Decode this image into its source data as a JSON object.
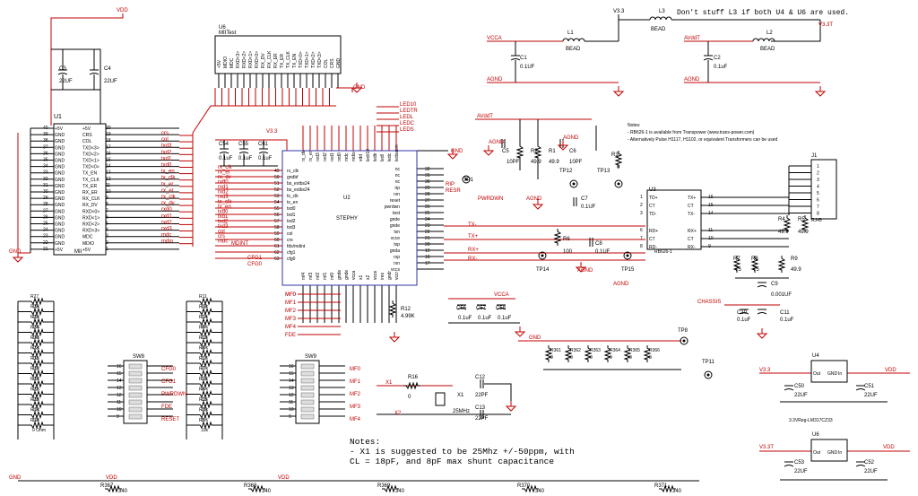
{
  "nets": {
    "vdd": "VDD",
    "v33": "V3.3",
    "v33t": "V3.3T",
    "vcca": "VCCA",
    "avdd": "AVddT",
    "agnd": "AGND",
    "gnd": "GND",
    "chassis": "CHASSIS",
    "mdint": "MDINT"
  },
  "u1": {
    "ref": "U1",
    "name": "MII",
    "left_pins": [
      "+5V",
      "GND",
      "GND",
      "GND",
      "GND",
      "GND",
      "GND",
      "GND",
      "GND",
      "GND",
      "GND",
      "GND",
      "GND",
      "GND",
      "GND",
      "GND",
      "GND",
      "GND",
      "GND",
      "+5V"
    ],
    "left_nums": [
      "40",
      "39",
      "38",
      "37",
      "36",
      "35",
      "34",
      "33",
      "32",
      "31",
      "30",
      "29",
      "28",
      "27",
      "26",
      "25",
      "24",
      "23",
      "22",
      "21"
    ],
    "right_pins": [
      "+5V",
      "CRS",
      "COL",
      "TXD<3>",
      "TXD<2>",
      "TXD<1>",
      "TXD<0>",
      "TX_EN",
      "TX_CLK",
      "TX_ER",
      "RX_ER",
      "RX_CLK",
      "RX_DV",
      "RXD<0>",
      "RXD<1>",
      "RXD<2>",
      "RXD<3>",
      "MDC",
      "MDIO",
      "+5V"
    ],
    "right_nums": [
      "20",
      "19",
      "18",
      "17",
      "16",
      "15",
      "14",
      "13",
      "12",
      "11",
      "10",
      "9",
      "8",
      "7",
      "6",
      "5",
      "4",
      "3",
      "2",
      "1"
    ]
  },
  "u1_caps": [
    {
      "ref": "C3",
      "val": "22UF"
    },
    {
      "ref": "C4",
      "val": "22UF"
    }
  ],
  "mii_nets": [
    "crs",
    "col",
    "txd3",
    "txd2",
    "txd1",
    "txd0",
    "tx_en",
    "tx_clk",
    "tx_er",
    "rx_er",
    "rx_clk",
    "rx_dv",
    "rxd0",
    "rxd1",
    "rxd2",
    "rxd3",
    "mdc",
    "mdio"
  ],
  "u6_test": {
    "ref": "U6",
    "name": "MIITest",
    "pins": [
      "+5V",
      "MDIO",
      "MDC",
      "RXD<3>",
      "RXD<2>",
      "RXD<1>",
      "RXD<0>",
      "RX_DV",
      "RX_CLK",
      "RX_ER",
      "TX_ER",
      "TX_CLK",
      "TX_EN",
      "TXD<0>",
      "TXD<1>",
      "TXD<2>",
      "TXD<3>",
      "COL",
      "CRS",
      "GND"
    ]
  },
  "u2": {
    "ref": "U2",
    "name": "STEPHY",
    "left_pins": [
      "rx_clk",
      "gndbf",
      "bs_extbs24",
      "bs_extbs24",
      "tx_clk",
      "tx_en",
      "txd0",
      "txd1",
      "txd2",
      "txd3",
      "col",
      "crs",
      "fds/mdint",
      "cfg1",
      "cfg0"
    ],
    "left_nums": [
      "49",
      "50",
      "51",
      "52",
      "53",
      "54",
      "55",
      "56",
      "57",
      "58",
      "59",
      "60",
      "61",
      "62",
      "63",
      "64"
    ],
    "right_pins": [
      "nc",
      "nc",
      "nc",
      "rip",
      "rxn",
      "reset",
      "pwrdwn",
      "test",
      "gnde",
      "gnde",
      "txn",
      "vcce",
      "txp",
      "gnda",
      "rxp",
      "rxn",
      "vccs"
    ],
    "right_nums": [
      "32",
      "31",
      "30",
      "29",
      "28",
      "27",
      "26",
      "25",
      "24",
      "23",
      "22",
      "21",
      "20",
      "19",
      "18",
      "17"
    ],
    "top_pins": [
      "rx_dv",
      "rx_er",
      "rxd3",
      "rxd2",
      "rxd1",
      "rxd0",
      "mdc",
      "mdio",
      "vdd",
      "ledr10",
      "ledtr",
      "ledl",
      "ledc",
      "ledsacm"
    ],
    "bottom_pins": [
      "mf4",
      "mf3",
      "mf2",
      "mf1",
      "mf0",
      "gnde",
      "gnde",
      "vcca",
      "x1",
      "x2",
      "vcce",
      "ires",
      "gndr",
      "vccr"
    ]
  },
  "u2_led_nets": [
    "LED10",
    "LEDTR",
    "LEDL",
    "LEDC",
    "LEDS"
  ],
  "u2_left_nets": [
    "rx_clk",
    "rx_er",
    "rx_dv",
    "rxd0",
    "rxd1",
    "rxd2",
    "rxd3",
    "tx_clk",
    "tx_en",
    "txd0",
    "txd1",
    "txd2",
    "txd3",
    "col",
    "crs",
    "mdc",
    "mdio"
  ],
  "u2_caps": [
    {
      "ref": "C54",
      "val": "0.1uF"
    },
    {
      "ref": "C55",
      "val": "0.1uF"
    },
    {
      "ref": "C61",
      "val": "0.1uF"
    }
  ],
  "ferrites": [
    {
      "ref": "L1",
      "val": "BEAD"
    },
    {
      "ref": "L3",
      "val": "BEAD"
    },
    {
      "ref": "L2",
      "val": "BEAD"
    }
  ],
  "power_caps": [
    {
      "ref": "C1",
      "val": "0.1UF"
    },
    {
      "ref": "C2",
      "val": "0.1uF"
    }
  ],
  "note_top": "Don't stuff L3 if both U4 & U6 are used.",
  "notes_right": [
    "Notes:",
    "- RB626-1 is available from Transpower (www.trans-power.com)",
    "- Alternatively Pulse H1117, H1102, or equivalent Transformers can be used"
  ],
  "analog": {
    "r2": {
      "ref": "R2",
      "val": "49.9"
    },
    "r1": {
      "ref": "R1",
      "val": "49.9"
    },
    "c5": {
      "ref": "C5",
      "val": "10PF"
    },
    "c6": {
      "ref": "C6",
      "val": "10PF"
    },
    "r3": {
      "ref": "R3",
      "val": "0"
    },
    "c7": {
      "ref": "C7",
      "val": "0.1UF"
    },
    "r6": {
      "ref": "R6",
      "val": "100"
    },
    "c8": {
      "ref": "C8",
      "val": "0.1UF"
    },
    "tp12": "TP12",
    "tp13": "TP13",
    "tp1": "TP1",
    "tp14": "TP14",
    "tp15": "TP15",
    "pwrdwn": "PWRDWN",
    "tx_minus": "TX-",
    "tx_plus": "TX+",
    "rx_plus": "RX+",
    "rx_minus": "RX-",
    "rip": "RIP",
    "resr": "RESR"
  },
  "u3": {
    "ref": "U3",
    "name": "RB626-1",
    "left_pins": [
      "TD+",
      "CT",
      "TD-",
      "RD+",
      "CT",
      "RD-"
    ],
    "left_nums": [
      "1",
      "2",
      "3",
      "6",
      "7",
      "8"
    ],
    "right_pins": [
      "TX+",
      "CT",
      "TX-",
      "RX+",
      "CT",
      "RX-"
    ],
    "right_nums": [
      "16",
      "15",
      "14",
      "11",
      "10",
      "9"
    ]
  },
  "j1": {
    "ref": "J1",
    "name": "RJ45",
    "pins": [
      "1",
      "2",
      "3",
      "4",
      "5",
      "6",
      "7",
      "8"
    ]
  },
  "term": [
    {
      "ref": "R4",
      "val": "49.9"
    },
    {
      "ref": "R5",
      "val": "49.9"
    },
    {
      "ref": "R7",
      "val": "75"
    },
    {
      "ref": "R8",
      "val": "75"
    },
    {
      "ref": "R9",
      "val": "49.9"
    },
    {
      "ref": "C9",
      "val": "0.001UF"
    },
    {
      "ref": "C10",
      "val": "0.1uF"
    },
    {
      "ref": "C11",
      "val": "0.1uF"
    }
  ],
  "u2_bottom": {
    "r12": {
      "ref": "R12",
      "val": "4.99K"
    },
    "c56": {
      "ref": "C56",
      "val": "0.1uF"
    },
    "c57": {
      "ref": "C57",
      "val": "0.1uF"
    },
    "c58": {
      "ref": "C58",
      "val": "0.1uF"
    },
    "r16": {
      "ref": "R16",
      "val": "0"
    },
    "c12": {
      "ref": "C12",
      "val": "22PF"
    },
    "c13": {
      "ref": "C13",
      "val": "22PF"
    },
    "x1": {
      "ref": "X1",
      "val": "25MHz"
    },
    "x1net": "X1",
    "x2net": "X2"
  },
  "mf_nets": [
    "MF0",
    "MF1",
    "MF2",
    "MF3",
    "MF4",
    "FDE"
  ],
  "cfg_nets": [
    "CFG0",
    "CFG1",
    "PWRDWN",
    "FDE",
    "RESET"
  ],
  "cfg_left_nets": [
    "CFG1",
    "CFG0"
  ],
  "sw8": {
    "ref": "SW8"
  },
  "sw9": {
    "ref": "SW9"
  },
  "res_left": [
    {
      "ref": "R27",
      "val": "10k"
    },
    {
      "ref": "R26",
      "val": "10k"
    },
    {
      "ref": "R25",
      "val": "10k"
    },
    {
      "ref": "R24",
      "val": "10k"
    },
    {
      "ref": "R30",
      "val": "10k"
    },
    {
      "ref": "R23",
      "val": "10k"
    },
    {
      "ref": "R31",
      "val": "10k"
    },
    {
      "ref": "R22",
      "val": "10k"
    },
    {
      "ref": "R29",
      "val": "10k"
    },
    {
      "ref": "R21",
      "val": "10k"
    },
    {
      "ref": "R28",
      "val": "10k"
    },
    {
      "ref": "R19",
      "val": "10k"
    },
    {
      "ref": "R18",
      "val": "0 Ohm"
    }
  ],
  "res_mid": [
    {
      "ref": "R11",
      "val": "10k"
    },
    {
      "ref": "R10",
      "val": "10k"
    },
    {
      "ref": "R14",
      "val": "10k"
    },
    {
      "ref": "R9",
      "val": "10k"
    },
    {
      "ref": "R13",
      "val": "10k"
    },
    {
      "ref": "R8",
      "val": "10k"
    },
    {
      "ref": "R17",
      "val": "10k"
    },
    {
      "ref": "R7",
      "val": "10k"
    },
    {
      "ref": "R16",
      "val": "10k"
    },
    {
      "ref": "R6",
      "val": "10k"
    },
    {
      "ref": "R15",
      "val": "10k"
    },
    {
      "ref": "R20",
      "val": "10k"
    },
    {
      "ref": "R5",
      "val": "10k"
    }
  ],
  "led_res": [
    {
      "ref": "R361",
      "val": "0"
    },
    {
      "ref": "R362",
      "val": "0"
    },
    {
      "ref": "R363",
      "val": "0"
    },
    {
      "ref": "R364",
      "val": "0"
    },
    {
      "ref": "R365",
      "val": "0"
    },
    {
      "ref": "R366",
      "val": "0"
    }
  ],
  "tp_extra": [
    "TP8",
    "TP11"
  ],
  "u4": {
    "ref": "U4",
    "name": "3.3VReg-LM317CZ33",
    "c50": "C50",
    "c51": "C51",
    "cval": "22UF",
    "pins": [
      "Out",
      "GND",
      "In"
    ]
  },
  "u6": {
    "ref": "U6",
    "c53": "C53",
    "c52": "C52",
    "cval": "22UF",
    "pins": [
      "Out",
      "GND",
      "In"
    ]
  },
  "bottom_res": [
    {
      "ref": "R367",
      "val": "340"
    },
    {
      "ref": "R368",
      "val": "340"
    },
    {
      "ref": "R369",
      "val": "340"
    },
    {
      "ref": "R370",
      "val": "340"
    },
    {
      "ref": "R371",
      "val": "340"
    }
  ],
  "notes_bottom": [
    "Notes:",
    "- X1  is suggested to be 25Mhz +/-50ppm, with",
    "  CL = 18pF, and 8pF max shunt capacitance"
  ]
}
